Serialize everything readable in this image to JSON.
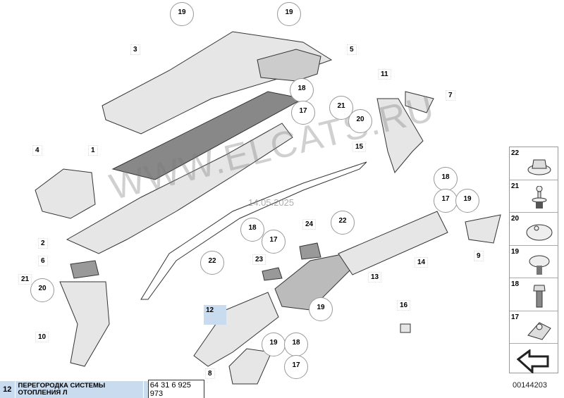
{
  "watermark": {
    "site": "WWW.ELCATS.RU",
    "date": "14.05.2025"
  },
  "callouts": [
    "19",
    "19",
    "3",
    "5",
    "11",
    "7",
    "18",
    "17",
    "21",
    "20",
    "15",
    "4",
    "1",
    "18",
    "17",
    "19",
    "22",
    "24",
    "18",
    "17",
    "2",
    "6",
    "23",
    "22",
    "13",
    "14",
    "9",
    "21",
    "20",
    "12",
    "19",
    "16",
    "10",
    "19",
    "18",
    "17",
    "8"
  ],
  "legend": [
    {
      "num": "22",
      "icon": "flange-nut-icon"
    },
    {
      "num": "21",
      "icon": "expanding-rivet-icon"
    },
    {
      "num": "20",
      "icon": "clip-washer-icon"
    },
    {
      "num": "19",
      "icon": "hex-screw-icon"
    },
    {
      "num": "18",
      "icon": "hex-bolt-icon"
    },
    {
      "num": "17",
      "icon": "spring-nut-icon"
    },
    {
      "num": "",
      "icon": "arrow-icon"
    }
  ],
  "diagram_number": "00144203",
  "footer": {
    "item": "12",
    "desc_line1": "ПЕРЕГОРОДКА СИСТЕМЫ",
    "desc_line2": "ОТОПЛЕНИЯ Л",
    "part_number": "64 31 6 925 973"
  }
}
